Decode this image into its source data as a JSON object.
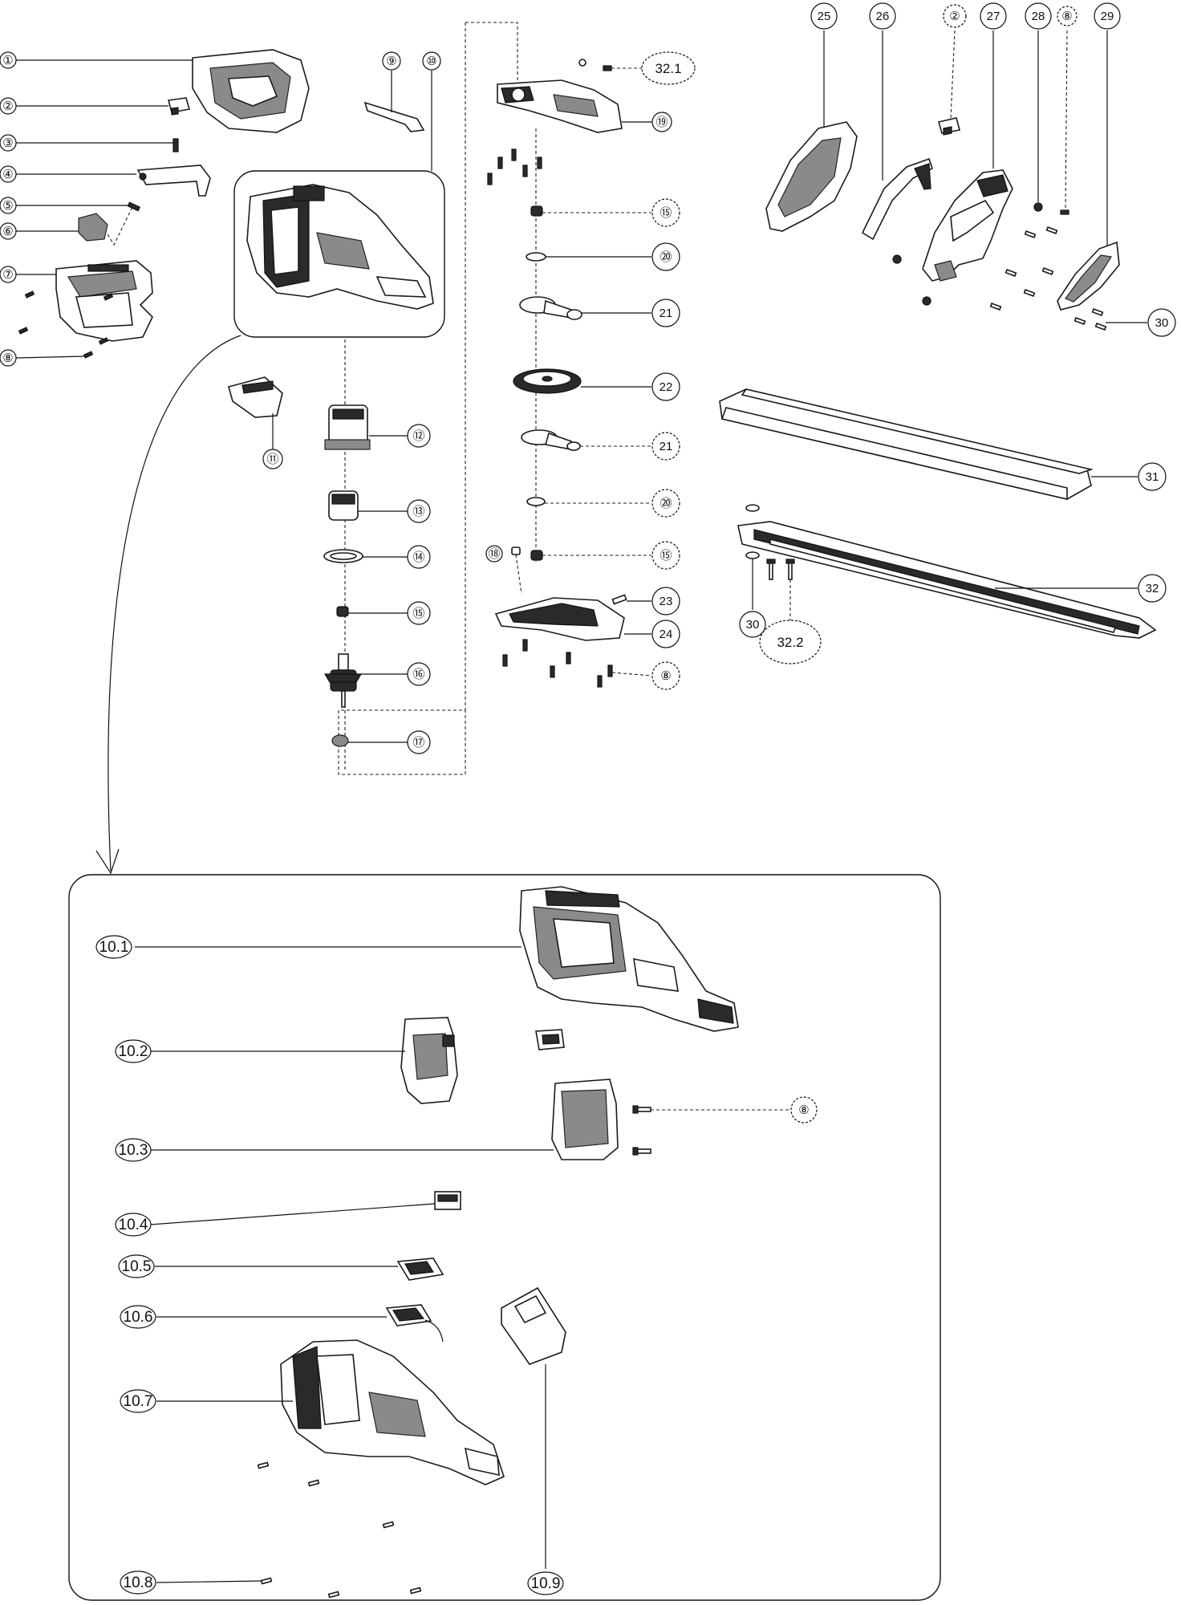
{
  "callouts": {
    "c1": "①",
    "c2": "②",
    "c3": "③",
    "c4": "④",
    "c5": "⑤",
    "c6": "⑥",
    "c7": "⑦",
    "c8": "⑧",
    "c9": "⑨",
    "c10": "⑩",
    "c11": "⑪",
    "c12": "⑫",
    "c13": "⑬",
    "c14": "⑭",
    "c15": "⑮",
    "c16": "⑯",
    "c17": "⑰",
    "c18": "⑱",
    "c19": "⑲",
    "c15b": "⑮",
    "c20": "⑳",
    "c21": "21",
    "c22": "22",
    "c21b": "21",
    "c20b": "⑳",
    "c15c": "⑮",
    "c23": "23",
    "c24": "24",
    "c8b": "⑧",
    "c321": "32.1",
    "c25": "25",
    "c26": "26",
    "c2b": "②",
    "c27": "27",
    "c28": "28",
    "c8c": "⑧",
    "c29": "29",
    "c30": "30",
    "c31": "31",
    "c32": "32",
    "c30b": "30",
    "c322": "32.2"
  },
  "inset": {
    "l101": "10.1",
    "l102": "10.2",
    "l103": "10.3",
    "l104": "10.4",
    "l105": "10.5",
    "l106": "10.6",
    "l107": "10.7",
    "l108": "10.8",
    "l109": "10.9",
    "l8": "⑧"
  }
}
